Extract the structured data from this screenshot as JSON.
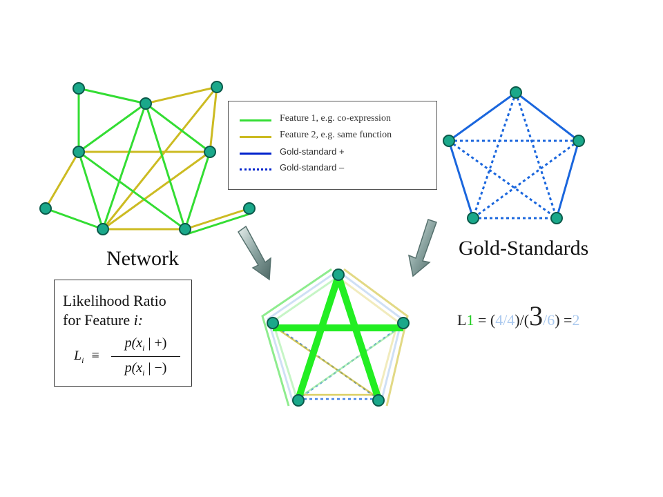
{
  "legend": {
    "items": [
      {
        "label": "Feature 1, e.g. co-expression",
        "color": "#33dd33",
        "style": "solid"
      },
      {
        "label": "Feature 2, e.g. same function",
        "color": "#ccbb22",
        "style": "solid"
      },
      {
        "label": "Gold-standard +",
        "color": "#0022cc",
        "style": "solid"
      },
      {
        "label": "Gold-standard –",
        "color": "#0022cc",
        "style": "dotted"
      }
    ]
  },
  "labels": {
    "network": "Network",
    "gold_standards": "Gold-Standards"
  },
  "likelihood": {
    "line1": "Likelihood Ratio",
    "line2_prefix": "for Feature ",
    "line2_var": "i:",
    "lhs": "L",
    "lhs_sub": "i",
    "equiv": "≡",
    "numerator": "p(x",
    "numerator_sub": "i",
    "numerator_rest": " | +)",
    "denominator": "p(x",
    "denominator_sub": "i",
    "denominator_rest": " | −)"
  },
  "l1": {
    "L": "L",
    "sub": "1",
    "eq": " = (",
    "frac1": "4/4",
    "mid": ")/(",
    "big3": "3",
    "frac2": "/6",
    "close": ") =",
    "result": "2"
  },
  "colors": {
    "green": "#33dd33",
    "yellow": "#ccbb22",
    "blue": "#1a66dd",
    "node": "#1aa88a",
    "arrow": "#6f8a88"
  }
}
